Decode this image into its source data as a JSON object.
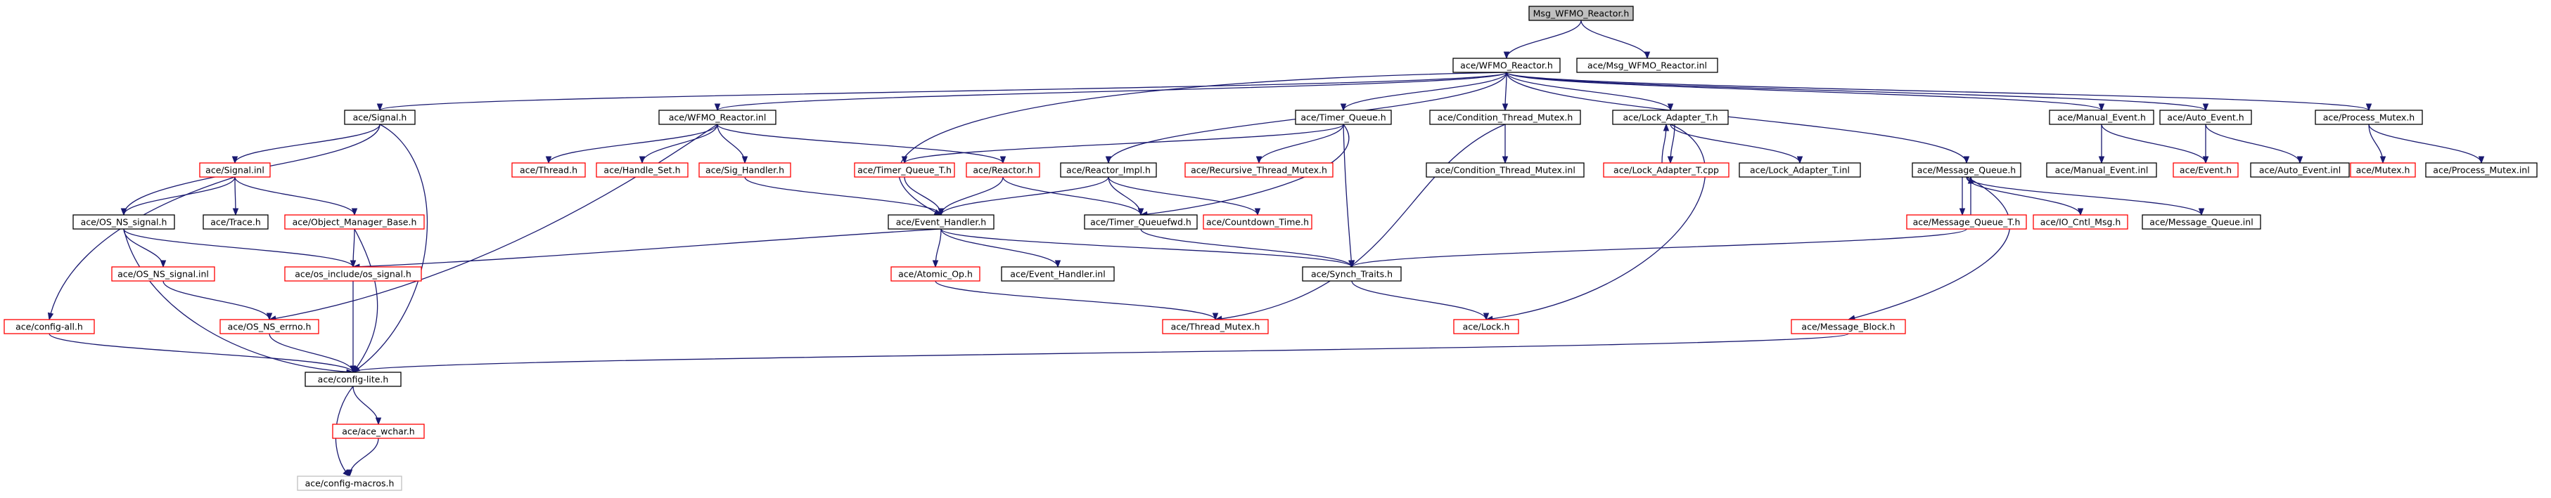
{
  "diagram": {
    "title": "Msg_WFMO_Reactor.h",
    "nodes": {
      "msg_wfmo_reactor_h": {
        "label": "Msg_WFMO_Reactor.h",
        "style": "root"
      },
      "msg_wfmo_reactor_inl": {
        "label": "ace/Msg_WFMO_Reactor.inl",
        "style": "normal"
      },
      "wfmo_reactor_h": {
        "label": "ace/WFMO_Reactor.h",
        "style": "normal"
      },
      "signal_h": {
        "label": "ace/Signal.h",
        "style": "normal"
      },
      "wfmo_reactor_inl": {
        "label": "ace/WFMO_Reactor.inl",
        "style": "normal"
      },
      "timer_queue_h": {
        "label": "ace/Timer_Queue.h",
        "style": "normal"
      },
      "condition_thread_mutex_h": {
        "label": "ace/Condition_Thread_Mutex.h",
        "style": "normal"
      },
      "lock_adapter_t_h": {
        "label": "ace/Lock_Adapter_T.h",
        "style": "normal"
      },
      "manual_event_h": {
        "label": "ace/Manual_Event.h",
        "style": "normal"
      },
      "auto_event_h": {
        "label": "ace/Auto_Event.h",
        "style": "normal"
      },
      "process_mutex_h": {
        "label": "ace/Process_Mutex.h",
        "style": "normal"
      },
      "signal_inl": {
        "label": "ace/Signal.inl",
        "style": "red"
      },
      "thread_h": {
        "label": "ace/Thread.h",
        "style": "red"
      },
      "handle_set_h": {
        "label": "ace/Handle_Set.h",
        "style": "red"
      },
      "sig_handler_h": {
        "label": "ace/Sig_Handler.h",
        "style": "red"
      },
      "timer_queue_t_h": {
        "label": "ace/Timer_Queue_T.h",
        "style": "red"
      },
      "reactor_h": {
        "label": "ace/Reactor.h",
        "style": "red"
      },
      "reactor_impl_h": {
        "label": "ace/Reactor_Impl.h",
        "style": "normal"
      },
      "recursive_thread_mutex_h": {
        "label": "ace/Recursive_Thread_Mutex.h",
        "style": "red"
      },
      "condition_thread_mutex_inl": {
        "label": "ace/Condition_Thread_Mutex.inl",
        "style": "normal"
      },
      "lock_adapter_t_cpp": {
        "label": "ace/Lock_Adapter_T.cpp",
        "style": "red"
      },
      "lock_adapter_t_inl": {
        "label": "ace/Lock_Adapter_T.inl",
        "style": "normal"
      },
      "message_queue_h": {
        "label": "ace/Message_Queue.h",
        "style": "normal"
      },
      "manual_event_inl": {
        "label": "ace/Manual_Event.inl",
        "style": "normal"
      },
      "event_h": {
        "label": "ace/Event.h",
        "style": "red"
      },
      "auto_event_inl": {
        "label": "ace/Auto_Event.inl",
        "style": "normal"
      },
      "mutex_h": {
        "label": "ace/Mutex.h",
        "style": "red"
      },
      "process_mutex_inl": {
        "label": "ace/Process_Mutex.inl",
        "style": "normal"
      },
      "os_ns_signal_h": {
        "label": "ace/OS_NS_signal.h",
        "style": "normal"
      },
      "trace_h": {
        "label": "ace/Trace.h",
        "style": "normal"
      },
      "object_manager_base_h": {
        "label": "ace/Object_Manager_Base.h",
        "style": "red"
      },
      "event_handler_h": {
        "label": "ace/Event_Handler.h",
        "style": "normal"
      },
      "timer_queuefwd_h": {
        "label": "ace/Timer_Queuefwd.h",
        "style": "normal"
      },
      "countdown_time_h": {
        "label": "ace/Countdown_Time.h",
        "style": "red"
      },
      "message_queue_t_h": {
        "label": "ace/Message_Queue_T.h",
        "style": "red"
      },
      "io_cntl_msg_h": {
        "label": "ace/IO_Cntl_Msg.h",
        "style": "red"
      },
      "message_queue_inl": {
        "label": "ace/Message_Queue.inl",
        "style": "normal"
      },
      "os_ns_signal_inl": {
        "label": "ace/OS_NS_signal.inl",
        "style": "red"
      },
      "os_include_os_signal_h": {
        "label": "ace/os_include/os_signal.h",
        "style": "red"
      },
      "atomic_op_h": {
        "label": "ace/Atomic_Op.h",
        "style": "red"
      },
      "event_handler_inl": {
        "label": "ace/Event_Handler.inl",
        "style": "normal"
      },
      "synch_traits_h": {
        "label": "ace/Synch_Traits.h",
        "style": "normal"
      },
      "config_all_h": {
        "label": "ace/config-all.h",
        "style": "red"
      },
      "os_ns_errno_h": {
        "label": "ace/OS_NS_errno.h",
        "style": "red"
      },
      "thread_mutex_h": {
        "label": "ace/Thread_Mutex.h",
        "style": "red"
      },
      "lock_h": {
        "label": "ace/Lock.h",
        "style": "red"
      },
      "message_block_h": {
        "label": "ace/Message_Block.h",
        "style": "red"
      },
      "config_lite_h": {
        "label": "ace/config-lite.h",
        "style": "normal"
      },
      "ace_wchar_h": {
        "label": "ace/ace_wchar.h",
        "style": "red"
      },
      "config_macros_h": {
        "label": "ace/config-macros.h",
        "style": "grey"
      }
    }
  }
}
